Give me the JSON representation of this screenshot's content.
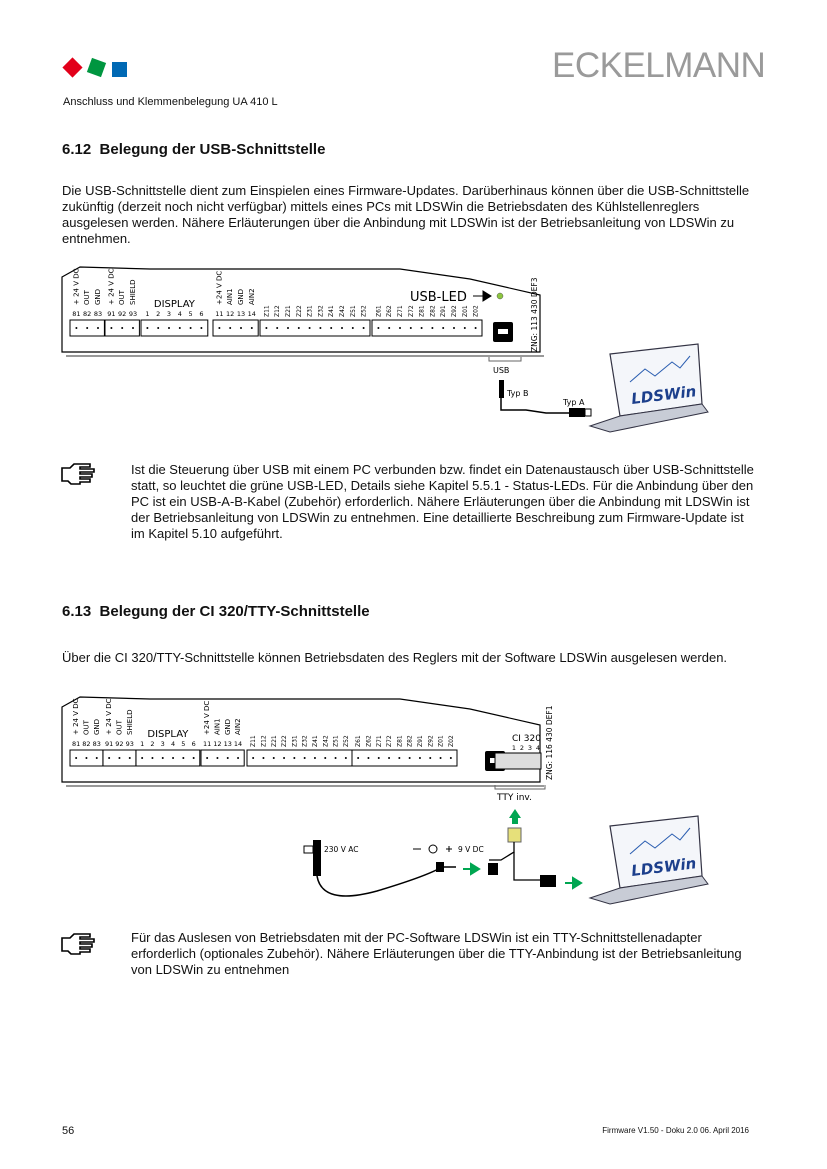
{
  "header": {
    "brand": "ECKELMANN",
    "subtitle": "Anschluss und Klemmenbelegung UA 410 L",
    "logo_colors": [
      "#e2001a",
      "#009640",
      "#0069b4"
    ]
  },
  "sections": [
    {
      "number": "6.12",
      "title": "Belegung der USB-Schnittstelle",
      "paragraph": "Die USB-Schnittstelle dient zum Einspielen eines Firmware-Updates. Darüberhinaus können über die USB-Schnittstelle zukünftig (derzeit noch nicht verfügbar) mittels eines PCs mit LDSWin die Betriebsdaten des Kühlstellenreglers ausgelesen werden. Nähere Erläuterungen über die Anbindung mit LDSWin ist der Betriebsanleitung von LDSWin zu entnehmen.",
      "note": "Ist die Steuerung über USB mit einem PC verbunden bzw. findet ein Datenaustausch über USB-Schnittstelle statt, so leuchtet die grüne USB-LED, Details siehe Kapitel 5.5.1 - Status-LEDs. Für die Anbindung über den PC ist ein USB-A-B-Kabel (Zubehör) erforderlich. Nähere Erläuterungen über die Anbindung mit LDSWin ist der Betriebsanleitung von LDSWin zu entnehmen. Eine detaillierte Beschreibung zum Firmware-Update ist im Kapitel 5.10 aufgeführt."
    },
    {
      "number": "6.13",
      "title": "Belegung der CI 320/TTY-Schnittstelle",
      "paragraph": "Über die CI 320/TTY-Schnittstelle können Betriebsdaten des Reglers mit der Software LDSWin ausgelesen werden.",
      "note": "Für das Auslesen von Betriebsdaten mit der PC-Software LDSWin ist ein TTY-Schnittstellenadapter erforderlich (optionales Zubehör). Nähere Erläuterungen über die TTY-Anbindung ist der Betriebsanleitung von LDSWin zu entnehmen"
    }
  ],
  "terminals": [
    {
      "labels": [
        "+ 24 V DC",
        "OUT",
        "GND"
      ],
      "nums": [
        "81",
        "82",
        "83"
      ]
    },
    {
      "labels": [
        "+ 24 V DC",
        "OUT",
        "SHIELD"
      ],
      "nums": [
        "91",
        "92",
        "93"
      ]
    },
    {
      "title": "DISPLAY",
      "nums": [
        "1",
        "2",
        "3",
        "4",
        "5",
        "6"
      ]
    },
    {
      "labels": [
        "+24 V DC",
        "AIN1",
        "GND",
        "AIN2"
      ],
      "nums": [
        "11",
        "12",
        "13",
        "14"
      ]
    },
    {
      "rotnums": [
        "Z11",
        "Z12",
        "Z21",
        "Z22",
        "Z31",
        "Z32",
        "Z41",
        "Z42",
        "Z51",
        "Z52"
      ]
    },
    {
      "rotnums": [
        "Z61",
        "Z62",
        "Z71",
        "Z72",
        "Z81",
        "Z82",
        "Z91",
        "Z92",
        "Z01",
        "Z02"
      ]
    }
  ],
  "diagram1": {
    "led_label": "USB-LED",
    "drawing_no": "ZNG: 113 430 DEF3",
    "port_label": "USB",
    "plug_b": "Typ B",
    "plug_a": "Typ A",
    "software": "LDSWin",
    "led_color": "#8dc63f"
  },
  "diagram2": {
    "ci_title": "CI 320",
    "ci_nums": [
      "1",
      "2",
      "3",
      "4"
    ],
    "drawing_no": "ZNG: 116 430 DEF1",
    "port_label": "TTY inv.",
    "power_ac": "230 V AC",
    "power_dc": "9 V DC",
    "software": "LDSWin",
    "arrow_color": "#00a651"
  },
  "footer": {
    "page": "56",
    "info": "Firmware V1.50 - Doku 2.0   06. April 2016"
  }
}
